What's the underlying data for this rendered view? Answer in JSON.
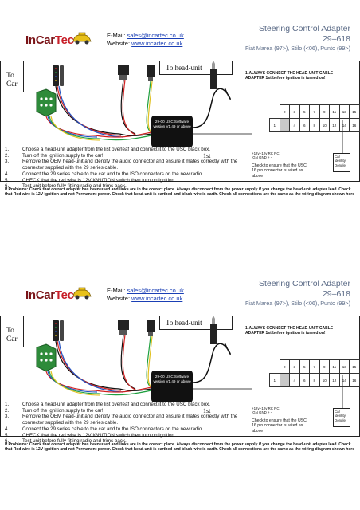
{
  "sheets": [
    {
      "logo": {
        "part1": "InCar",
        "part2": "Tec"
      },
      "contact": {
        "email_label": "E-Mail:",
        "email": "sales@incartec.co.uk",
        "website_label": "Website:",
        "website": "www.incartec.co.uk"
      },
      "title": {
        "line1": "Steering  Control Adapter",
        "line2": "29–618",
        "line3": "Fiat  Marea (97>), Stilo (<06), Punto (99>)"
      },
      "diagram": {
        "to_car": "To\nCar",
        "to_head_unit": "To head-unit",
        "always_note": "1-ALWAYS CONNECT  THE HEAD-UNIT CABLE ADAPTER 1st before ignition is turned on!",
        "usc_label": "29-00 USC Software version V1.49 or above",
        "first_label": "1st",
        "pins_top": [
          "2",
          "3",
          "5",
          "7",
          "9",
          "11",
          "13",
          "15"
        ],
        "pins_bottom": [
          "1",
          "",
          "4",
          "6",
          "8",
          "10",
          "12",
          "14",
          "16"
        ],
        "pin_legend_1": "+12v   -12v   RC   RC",
        "pin_legend_2": "IGN   GND   +      -",
        "check_note": "Check  to ensure that the USC 16 pin connector is wired as above",
        "dongle": "Car identity Dongle"
      },
      "steps": [
        {
          "num": "1.",
          "text": "Choose a head-unit adapter from the list overleaf and connect it to the USC black box."
        },
        {
          "num": "2.",
          "text": "Turn off the ignition supply to the car!"
        },
        {
          "num": "3.",
          "text": "Remove the OEM head-unit and identify the audio connector and ensure it  mates correctly with the connector supplied with the 29 series cable."
        },
        {
          "num": "4.",
          "text": "Connect the 29 series cable to the car and to the ISO connectors on the new  radio."
        },
        {
          "num": "5.",
          "text": "CHECK that the red wire is 12V IGNITION switch  then turn on ignition"
        },
        {
          "num": "6.",
          "text": "Test unit before fully fitting radio and trims back."
        }
      ],
      "problems": "If Problems:  Check that correct adapter  has been used  and links are in the correct place. Always disconnect from the power supply if you change the head-unit adapter lead. Check that Red wire is 12V ignition and not Permanent power. Check that head-unit is earthed and black wire is earth.   Check all connections are the same as the wiring diagram shown here"
    },
    {
      "logo": {
        "part1": "InCar",
        "part2": "Tec"
      },
      "contact": {
        "email_label": "E-Mail:",
        "email": "sales@incartec.co.uk",
        "website_label": "Website:",
        "website": "www.incartec.co.uk"
      },
      "title": {
        "line1": "Steering  Control Adapter",
        "line2": "29–618",
        "line3": "Fiat  Marea (97>), Stilo (<06), Punto (99>)"
      },
      "diagram": {
        "to_car": "To\nCar",
        "to_head_unit": "To head-unit",
        "always_note": "1-ALWAYS CONNECT  THE HEAD-UNIT CABLE ADAPTER 1st before ignition is turned on!",
        "usc_label": "29-00 USC Software version V1.49 or above",
        "first_label": "1st",
        "pins_top": [
          "2",
          "3",
          "5",
          "7",
          "9",
          "11",
          "13",
          "15"
        ],
        "pins_bottom": [
          "1",
          "",
          "4",
          "6",
          "8",
          "10",
          "12",
          "14",
          "16"
        ],
        "pin_legend_1": "+12v   -12v   RC   RC",
        "pin_legend_2": "IGN   GND   +      -",
        "check_note": "Check  to ensure that the USC 16 pin connector is wired as above",
        "dongle": "Car identity Dongle"
      },
      "steps": [
        {
          "num": "1.",
          "text": "Choose a head-unit adapter from the list overleaf and connect it to the USC black box."
        },
        {
          "num": "2.",
          "text": "Turn off the ignition supply to the car!"
        },
        {
          "num": "3.",
          "text": "Remove the OEM head-unit and identify the audio connector and ensure it  mates correctly with the connector supplied with the 29 series cable."
        },
        {
          "num": "4.",
          "text": "Connect the 29 series cable to the car and to the ISO connectors on the new  radio."
        },
        {
          "num": "5.",
          "text": "CHECK that the red wire is 12V IGNITION switch  then turn on ignition"
        },
        {
          "num": "6.",
          "text": "Test unit before fully fitting radio and trims back."
        }
      ],
      "problems": "If Problems:  Check that correct adapter  has been used  and links are in the correct place. Always disconnect from the power supply if you change the head-unit adapter lead. Check that Red wire is 12V ignition and not Permanent power. Check that head-unit is earthed and black wire is earth.   Check all connections are the same as the wiring diagram shown here"
    }
  ],
  "colors": {
    "logo_dark": "#7a1418",
    "logo_red": "#c8202a",
    "link": "#1a3fb5",
    "title": "#5a6a86",
    "wire_red": "#d02020",
    "wire_blue": "#2050c0",
    "wire_green": "#20a040",
    "wire_yellow": "#e0c020",
    "connector_green": "#2e8b3a"
  }
}
